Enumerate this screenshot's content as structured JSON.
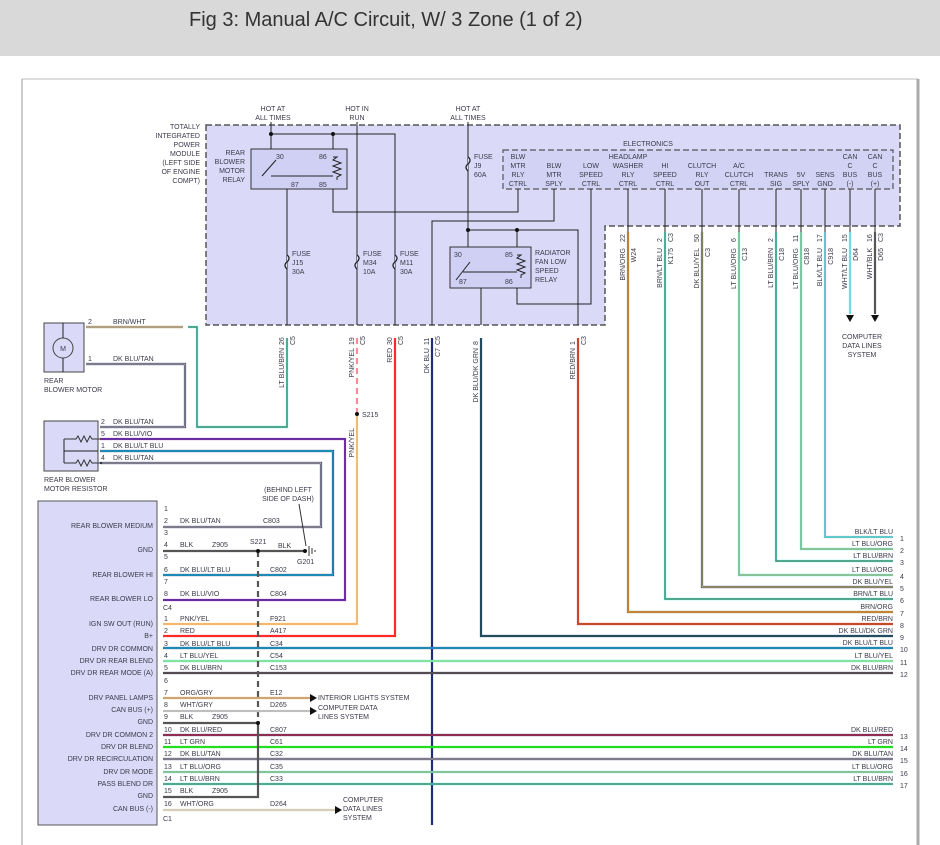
{
  "title": "Fig 3: Manual A/C Circuit, W/ 3 Zone (1 of 2)",
  "tipm": {
    "label": [
      "TOTALLY",
      "INTEGRATED",
      "POWER",
      "MODULE",
      "(LEFT SIDE",
      "OF ENGINE",
      "COMPT)"
    ],
    "hot_at_all_times_1": [
      "HOT AT",
      "ALL TIMES"
    ],
    "hot_in_run": [
      "HOT IN",
      "RUN"
    ],
    "hot_at_all_times_2": [
      "HOT AT",
      "ALL TIMES"
    ],
    "rear_blower_relay": {
      "label": [
        "REAR",
        "BLOWER",
        "MOTOR",
        "RELAY"
      ],
      "pins": [
        "30",
        "86",
        "87",
        "85"
      ]
    },
    "fuses": [
      {
        "lines": [
          "FUSE",
          "J15",
          "30A"
        ]
      },
      {
        "lines": [
          "FUSE",
          "M34",
          "10A"
        ]
      },
      {
        "lines": [
          "FUSE",
          "M11",
          "30A"
        ]
      },
      {
        "lines": [
          "FUSE",
          "J9",
          "60A"
        ]
      }
    ],
    "radiator_relay": {
      "label": [
        "RADIATOR",
        "FAN LOW",
        "SPEED",
        "RELAY"
      ],
      "pins": [
        "30",
        "85",
        "87",
        "86"
      ]
    },
    "electronics": {
      "title": "ELECTRONICS",
      "pins": [
        {
          "label": [
            "BLW",
            "MTR",
            "RLY",
            "CTRL"
          ]
        },
        {
          "label": [
            "BLW",
            "MTR",
            "SPLY"
          ]
        },
        {
          "label": [
            "LOW",
            "SPEED",
            "CTRL"
          ]
        },
        {
          "label": [
            "HEADLAMP",
            "WASHER",
            "RLY",
            "CTRL"
          ]
        },
        {
          "label": [
            "HI",
            "SPEED",
            "CTRL"
          ]
        },
        {
          "label": [
            "CLUTCH",
            "RLY",
            "OUT"
          ]
        },
        {
          "label": [
            "A/C",
            "CLUTCH",
            "CTRL"
          ]
        },
        {
          "label": [
            "TRANS",
            "SIG"
          ]
        },
        {
          "label": [
            "5V",
            "SPLY"
          ]
        },
        {
          "label": [
            "SENS",
            "GND"
          ]
        },
        {
          "label": [
            "CAN",
            "C",
            "BUS",
            "(-)"
          ]
        },
        {
          "label": [
            "CAN",
            "C",
            "BUS",
            "(+)"
          ]
        }
      ]
    },
    "outputs": [
      {
        "pin": "26",
        "connector": "C5",
        "wire": "LT BLU/BRN",
        "circuit": ""
      },
      {
        "pin": "19",
        "connector": "C5",
        "wire": "PNK/YEL",
        "circuit": ""
      },
      {
        "pin": "30",
        "connector": "C5",
        "wire": "RED",
        "circuit": ""
      },
      {
        "pin": "11",
        "connector": "C5",
        "wire": "DK BLU",
        "circuit": "C7"
      },
      {
        "pin": "8",
        "connector": "",
        "wire": "DK BLU/DK GRN",
        "circuit": ""
      },
      {
        "pin": "1",
        "connector": "C3",
        "wire": "RED/BRN",
        "circuit": ""
      }
    ],
    "electronics_outputs": [
      {
        "pin": "22",
        "connector": "",
        "wire": "BRN/ORG",
        "circuit": "W24"
      },
      {
        "pin": "2",
        "connector": "C3",
        "wire": "BRN/LT BLU",
        "circuit": "K175"
      },
      {
        "pin": "50",
        "connector": "",
        "wire": "DK BLU/YEL",
        "circuit": "C3"
      },
      {
        "pin": "6",
        "connector": "",
        "wire": "LT BLU/ORG",
        "circuit": "C13"
      },
      {
        "pin": "2",
        "connector": "",
        "wire": "LT BLU/BRN",
        "circuit": "C18"
      },
      {
        "pin": "11",
        "connector": "",
        "wire": "LT BLU/ORG",
        "circuit": "C818"
      },
      {
        "pin": "17",
        "connector": "",
        "wire": "BLK/LT BLU",
        "circuit": "C918"
      },
      {
        "pin": "15",
        "connector": "",
        "wire": "WHT/LT BLU",
        "circuit": "D64"
      },
      {
        "pin": "16",
        "connector": "C3",
        "wire": "WHT/BLK",
        "circuit": "D65"
      }
    ],
    "can_destination": [
      "COMPUTER",
      "DATA LINES",
      "SYSTEM"
    ]
  },
  "rear_blower_motor": {
    "label": [
      "REAR",
      "BLOWER MOTOR"
    ],
    "symbol": "M",
    "pins": [
      {
        "pin": "2",
        "wire": "BRN/WHT"
      },
      {
        "pin": "1",
        "wire": "DK BLU/TAN"
      }
    ]
  },
  "rear_blower_resistor": {
    "label": [
      "REAR BLOWER",
      "MOTOR RESISTOR"
    ],
    "pins": [
      {
        "pin": "2",
        "wire": "DK BLU/TAN"
      },
      {
        "pin": "5",
        "wire": "DK BLU/VIO"
      },
      {
        "pin": "1",
        "wire": "DK BLU/LT BLU"
      },
      {
        "pin": "4",
        "wire": "DK BLU/TAN"
      }
    ]
  },
  "splices": {
    "s215": "S215",
    "s221": "S221",
    "g201": "G201",
    "g201_wire": "BLK",
    "g201_note": [
      "(BEHIND LEFT",
      "SIDE OF DASH)"
    ]
  },
  "hvac_module": {
    "c4": {
      "name": "C4",
      "pins": [
        {
          "pin": "1",
          "func": "",
          "wire": "",
          "circuit": ""
        },
        {
          "pin": "2",
          "func": "REAR BLOWER MEDIUM",
          "wire": "DK BLU/TAN",
          "circuit": "C803"
        },
        {
          "pin": "3",
          "func": "",
          "wire": "",
          "circuit": ""
        },
        {
          "pin": "4",
          "func": "GND",
          "wire": "BLK",
          "circuit": "Z905"
        },
        {
          "pin": "5",
          "func": "",
          "wire": "",
          "circuit": ""
        },
        {
          "pin": "6",
          "func": "REAR BLOWER HI",
          "wire": "DK BLU/LT BLU",
          "circuit": "C802"
        },
        {
          "pin": "7",
          "func": "",
          "wire": "",
          "circuit": ""
        },
        {
          "pin": "8",
          "func": "REAR BLOWER LO",
          "wire": "DK BLU/VIO",
          "circuit": "C804"
        }
      ]
    },
    "c1": {
      "name": "C1",
      "pins": [
        {
          "pin": "1",
          "func": "IGN SW OUT (RUN)",
          "wire": "PNK/YEL",
          "circuit": "F921"
        },
        {
          "pin": "2",
          "func": "B+",
          "wire": "RED",
          "circuit": "A417"
        },
        {
          "pin": "3",
          "func": "DRV DR COMMON",
          "wire": "DK BLU/LT BLU",
          "circuit": "C34"
        },
        {
          "pin": "4",
          "func": "DRV DR REAR BLEND",
          "wire": "LT BLU/YEL",
          "circuit": "C54"
        },
        {
          "pin": "5",
          "func": "DRV DR REAR MODE (A)",
          "wire": "DK BLU/BRN",
          "circuit": "C153"
        },
        {
          "pin": "6",
          "func": "",
          "wire": "",
          "circuit": ""
        },
        {
          "pin": "7",
          "func": "DRV PANEL LAMPS",
          "wire": "ORG/GRY",
          "circuit": "E12"
        },
        {
          "pin": "8",
          "func": "CAN BUS (+)",
          "wire": "WHT/GRY",
          "circuit": "D265"
        },
        {
          "pin": "9",
          "func": "GND",
          "wire": "BLK",
          "circuit": "Z905"
        },
        {
          "pin": "10",
          "func": "DRV DR COMMON 2",
          "wire": "DK BLU/RED",
          "circuit": "C807"
        },
        {
          "pin": "11",
          "func": "DRV DR BLEND",
          "wire": "LT GRN",
          "circuit": "C61"
        },
        {
          "pin": "12",
          "func": "DRV DR RECIRCULATION",
          "wire": "DK BLU/TAN",
          "circuit": "C32"
        },
        {
          "pin": "13",
          "func": "DRV DR MODE",
          "wire": "LT BLU/ORG",
          "circuit": "C35"
        },
        {
          "pin": "14",
          "func": "PASS BLEND DR",
          "wire": "LT BLU/BRN",
          "circuit": "C33"
        },
        {
          "pin": "15",
          "func": "GND",
          "wire": "BLK",
          "circuit": "Z905"
        },
        {
          "pin": "16",
          "func": "CAN BUS (-)",
          "wire": "WHT/ORG",
          "circuit": "D264"
        }
      ]
    }
  },
  "destinations": {
    "interior_lights": "INTERIOR LIGHTS SYSTEM",
    "computer_data_1": [
      "COMPUTER DATA",
      "LINES SYSTEM"
    ],
    "computer_data_2": [
      "COMPUTER",
      "DATA LINES",
      "SYSTEM"
    ]
  },
  "continuation_connector": [
    {
      "pin": "1",
      "wire": "BLK/LT BLU"
    },
    {
      "pin": "2",
      "wire": "LT BLU/ORG"
    },
    {
      "pin": "3",
      "wire": "LT BLU/BRN"
    },
    {
      "pin": "4",
      "wire": "LT BLU/ORG"
    },
    {
      "pin": "5",
      "wire": "DK BLU/YEL"
    },
    {
      "pin": "6",
      "wire": "BRN/LT BLU"
    },
    {
      "pin": "7",
      "wire": "BRN/ORG"
    },
    {
      "pin": "8",
      "wire": "RED/BRN"
    },
    {
      "pin": "9",
      "wire": "DK BLU/DK GRN"
    },
    {
      "pin": "10",
      "wire": "DK BLU/LT BLU"
    },
    {
      "pin": "11",
      "wire": "LT BLU/YEL"
    },
    {
      "pin": "12",
      "wire": "DK BLU/BRN"
    },
    {
      "pin": "13",
      "wire": "DK BLU/RED"
    },
    {
      "pin": "14",
      "wire": "LT GRN"
    },
    {
      "pin": "15",
      "wire": "DK BLU/TAN"
    },
    {
      "pin": "16",
      "wire": "LT BLU/ORG"
    },
    {
      "pin": "17",
      "wire": "LT BLU/BRN"
    }
  ],
  "wire_colors": {
    "BLK": "#555555",
    "DKBLU": "#1f2d7a",
    "LTBLU": "#19e6ee",
    "TAN": "#d9c69c",
    "BRN": "#8b6a2b",
    "ORG": "#f5a040",
    "RED": "#ff2a2a",
    "PNK": "#ff8a9a",
    "YEL": "#f2e04a",
    "VIO": "#b030c8",
    "LTGRN": "#22dd22",
    "DKGRN": "#2a6a3a",
    "WHT": "#d4d4d4",
    "GRY": "#a8a8a8",
    "module_fill": "#dadaf8"
  }
}
